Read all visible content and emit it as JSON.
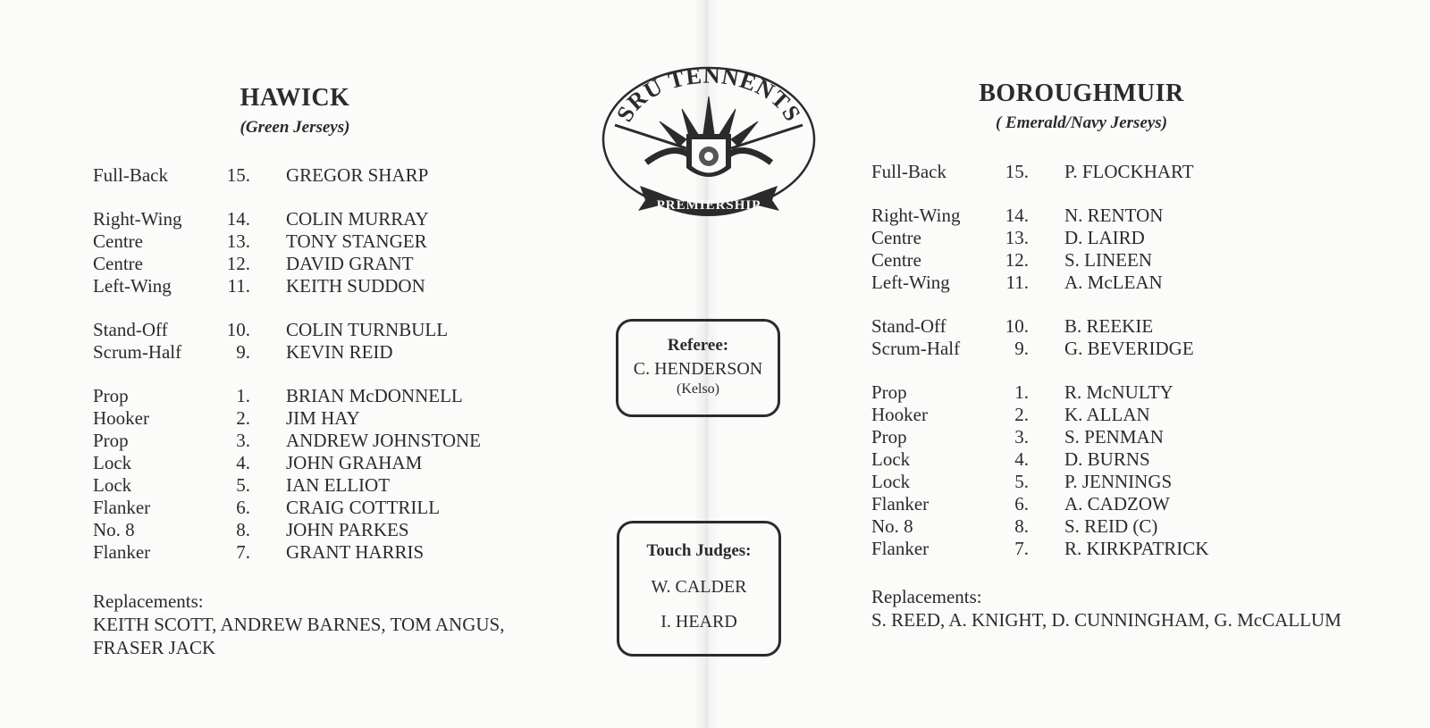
{
  "logo": {
    "top_text": "SRU TENNENTS",
    "banner_text": "PREMIERSHIP"
  },
  "home": {
    "name": "HAWICK",
    "jerseys": "(Green Jerseys)",
    "groups": [
      [
        {
          "pos": "Full-Back",
          "num": "15.",
          "name": "GREGOR SHARP"
        }
      ],
      [
        {
          "pos": "Right-Wing",
          "num": "14.",
          "name": "COLIN MURRAY"
        },
        {
          "pos": "Centre",
          "num": "13.",
          "name": "TONY STANGER"
        },
        {
          "pos": "Centre",
          "num": "12.",
          "name": "DAVID GRANT"
        },
        {
          "pos": "Left-Wing",
          "num": "11.",
          "name": "KEITH SUDDON"
        }
      ],
      [
        {
          "pos": "Stand-Off",
          "num": "10.",
          "name": "COLIN TURNBULL"
        },
        {
          "pos": "Scrum-Half",
          "num": "9.",
          "name": "KEVIN REID"
        }
      ],
      [
        {
          "pos": "Prop",
          "num": "1.",
          "name": "BRIAN McDONNELL"
        },
        {
          "pos": "Hooker",
          "num": "2.",
          "name": "JIM HAY"
        },
        {
          "pos": "Prop",
          "num": "3.",
          "name": "ANDREW JOHNSTONE"
        },
        {
          "pos": "Lock",
          "num": "4.",
          "name": "JOHN GRAHAM"
        },
        {
          "pos": "Lock",
          "num": "5.",
          "name": "IAN ELLIOT"
        },
        {
          "pos": "Flanker",
          "num": "6.",
          "name": "CRAIG COTTRILL"
        },
        {
          "pos": "No. 8",
          "num": "8.",
          "name": "JOHN PARKES"
        },
        {
          "pos": "Flanker",
          "num": "7.",
          "name": "GRANT HARRIS"
        }
      ]
    ],
    "replacements_label": "Replacements:",
    "replacements_line1": "KEITH SCOTT, ANDREW BARNES, TOM ANGUS,",
    "replacements_line2": "FRASER JACK"
  },
  "away": {
    "name": "BOROUGHMUIR",
    "jerseys": "( Emerald/Navy Jerseys)",
    "groups": [
      [
        {
          "pos": "Full-Back",
          "num": "15.",
          "name": "P. FLOCKHART"
        }
      ],
      [
        {
          "pos": "Right-Wing",
          "num": "14.",
          "name": "N. RENTON"
        },
        {
          "pos": "Centre",
          "num": "13.",
          "name": "D. LAIRD"
        },
        {
          "pos": "Centre",
          "num": "12.",
          "name": "S. LINEEN"
        },
        {
          "pos": "Left-Wing",
          "num": "11.",
          "name": "A. McLEAN"
        }
      ],
      [
        {
          "pos": "Stand-Off",
          "num": "10.",
          "name": "B. REEKIE"
        },
        {
          "pos": "Scrum-Half",
          "num": "9.",
          "name": "G. BEVERIDGE"
        }
      ],
      [
        {
          "pos": "Prop",
          "num": "1.",
          "name": "R. McNULTY"
        },
        {
          "pos": "Hooker",
          "num": "2.",
          "name": "K. ALLAN"
        },
        {
          "pos": "Prop",
          "num": "3.",
          "name": "S. PENMAN"
        },
        {
          "pos": "Lock",
          "num": "4.",
          "name": "D. BURNS"
        },
        {
          "pos": "Lock",
          "num": "5.",
          "name": "P. JENNINGS"
        },
        {
          "pos": "Flanker",
          "num": "6.",
          "name": "A. CADZOW"
        },
        {
          "pos": "No. 8",
          "num": "8.",
          "name": "S. REID (C)"
        },
        {
          "pos": "Flanker",
          "num": "7.",
          "name": "R. KIRKPATRICK"
        }
      ]
    ],
    "replacements_label": "Replacements:",
    "replacements_line1": "S. REED, A. KNIGHT, D. CUNNINGHAM, G. McCALLUM"
  },
  "referee": {
    "label": "Referee:",
    "name": "C. HENDERSON",
    "club": "(Kelso)"
  },
  "touch_judges": {
    "label": "Touch Judges:",
    "names": [
      "W. CALDER",
      "I. HEARD"
    ]
  }
}
